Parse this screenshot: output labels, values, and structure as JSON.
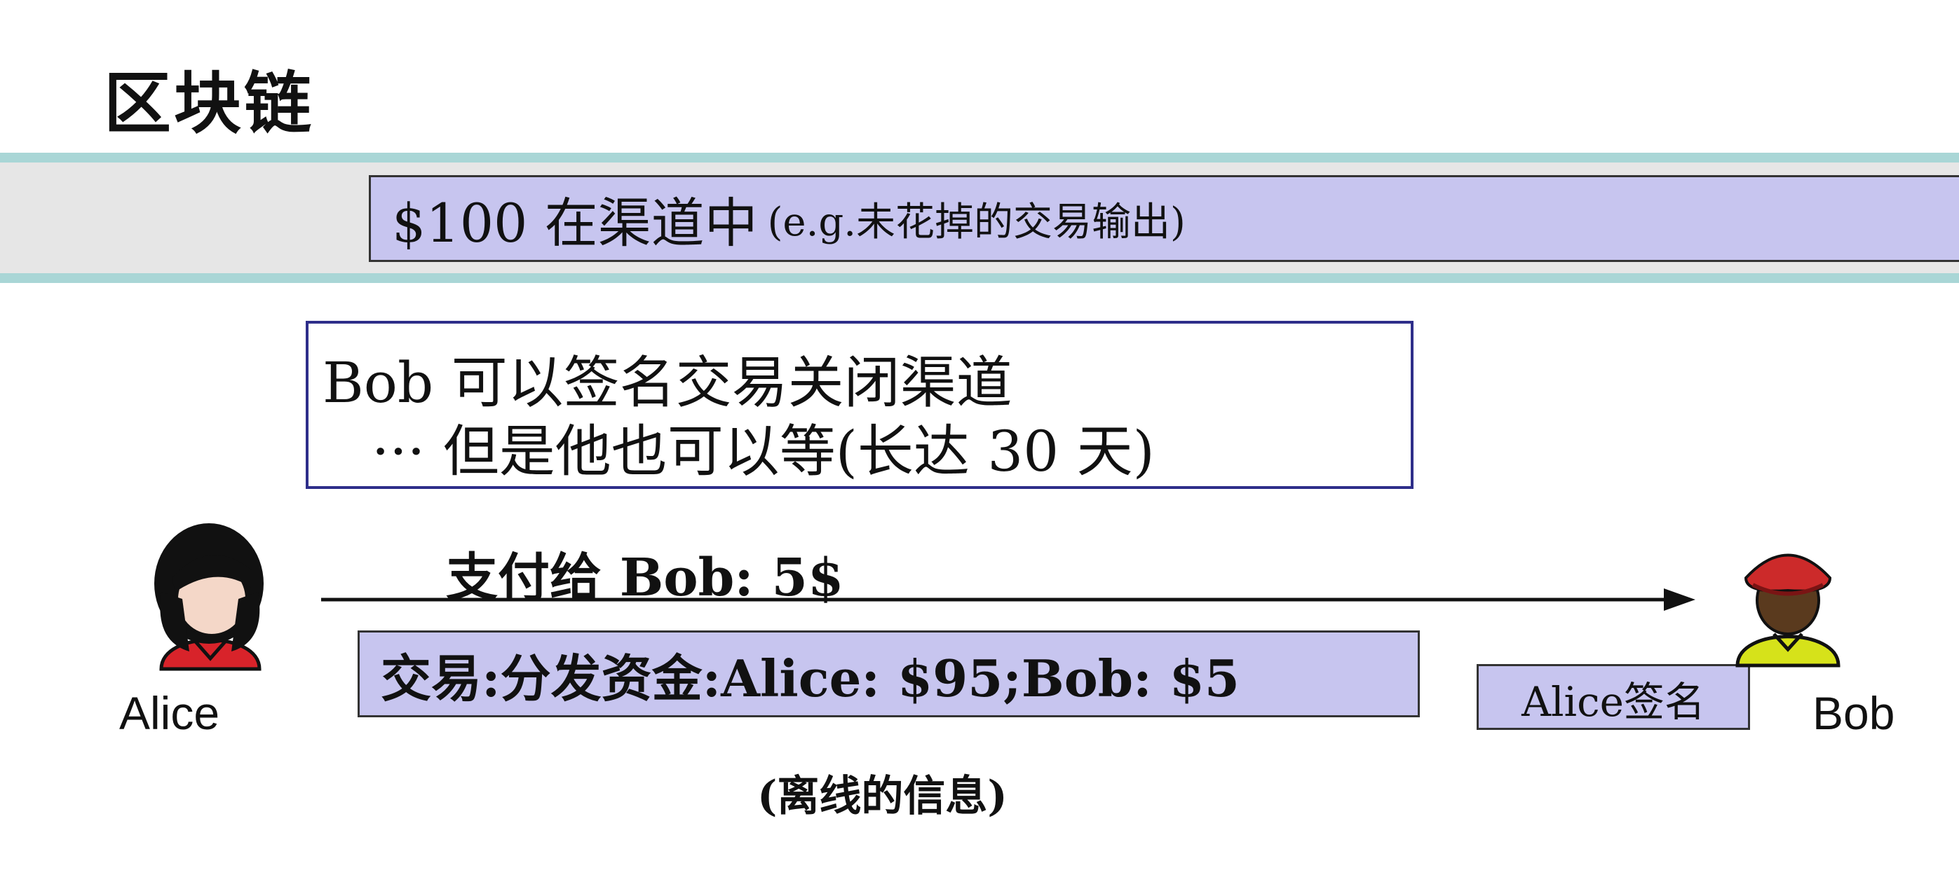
{
  "title": "区块链",
  "blockchain": {
    "channel_amount": "$100 在渠道中",
    "channel_note": "(e.g.未花掉的交易输出)"
  },
  "bob_close": {
    "line1": "Bob 可以签名交易关闭渠道",
    "line2": "···   但是他也可以等(长达 30 天)"
  },
  "payment": {
    "label": "支付给 Bob: 5$"
  },
  "transaction": {
    "text": "交易:分发资金:Alice: $95;Bob: $5"
  },
  "signature": {
    "text": "Alice签名"
  },
  "offline_note": "(离线的信息)",
  "participants": {
    "alice": "Alice",
    "bob": "Bob"
  },
  "colors": {
    "box_fill": "#c7c5ef",
    "band_fill": "#e6e6e6",
    "band_border": "#a9d6d6",
    "frame_border": "#2e2e8a",
    "alice_shirt": "#d8232a",
    "bob_shirt": "#d6e21a",
    "bob_hat": "#cc2a2a"
  },
  "icons": [
    "alice-person-icon",
    "bob-person-icon",
    "arrow-right-icon"
  ]
}
